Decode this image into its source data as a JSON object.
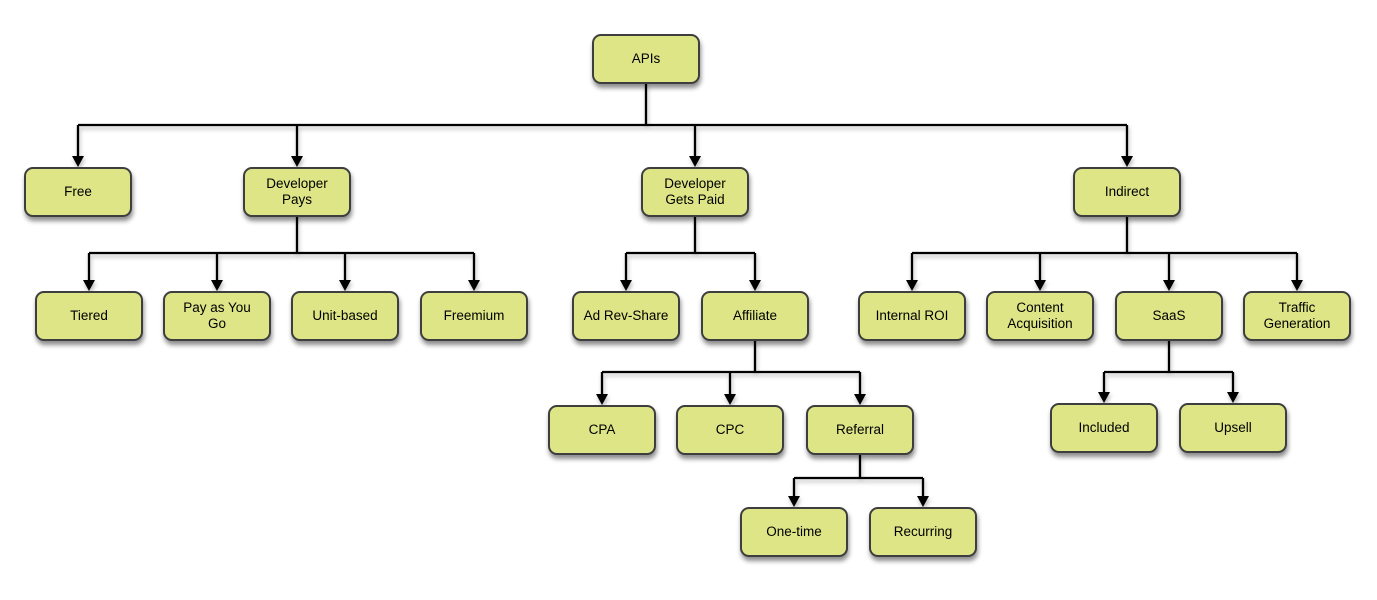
{
  "colors": {
    "node_fill": "#dee586",
    "node_border": "#3e3e3e",
    "connector": "#000000"
  },
  "nodes": {
    "apis": {
      "label": "APIs"
    },
    "free": {
      "label": "Free"
    },
    "developer_pays": {
      "label": "Developer\nPays"
    },
    "developer_gets_paid": {
      "label": "Developer\nGets Paid"
    },
    "indirect": {
      "label": "Indirect"
    },
    "tiered": {
      "label": "Tiered"
    },
    "pay_as_you_go": {
      "label": "Pay as You\nGo"
    },
    "unit_based": {
      "label": "Unit-based"
    },
    "freemium": {
      "label": "Freemium"
    },
    "ad_rev_share": {
      "label": "Ad Rev-Share"
    },
    "affiliate": {
      "label": "Affiliate"
    },
    "internal_roi": {
      "label": "Internal ROI"
    },
    "content_acquisition": {
      "label": "Content\nAcquisition"
    },
    "saas": {
      "label": "SaaS"
    },
    "traffic_generation": {
      "label": "Traffic\nGeneration"
    },
    "cpa": {
      "label": "CPA"
    },
    "cpc": {
      "label": "CPC"
    },
    "referral": {
      "label": "Referral"
    },
    "included": {
      "label": "Included"
    },
    "upsell": {
      "label": "Upsell"
    },
    "one_time": {
      "label": "One-time"
    },
    "recurring": {
      "label": "Recurring"
    }
  },
  "edges": [
    [
      "APIs",
      "Free"
    ],
    [
      "APIs",
      "Developer Pays"
    ],
    [
      "APIs",
      "Developer Gets Paid"
    ],
    [
      "APIs",
      "Indirect"
    ],
    [
      "Developer Pays",
      "Tiered"
    ],
    [
      "Developer Pays",
      "Pay as You Go"
    ],
    [
      "Developer Pays",
      "Unit-based"
    ],
    [
      "Developer Pays",
      "Freemium"
    ],
    [
      "Developer Gets Paid",
      "Ad Rev-Share"
    ],
    [
      "Developer Gets Paid",
      "Affiliate"
    ],
    [
      "Affiliate",
      "CPA"
    ],
    [
      "Affiliate",
      "CPC"
    ],
    [
      "Affiliate",
      "Referral"
    ],
    [
      "Referral",
      "One-time"
    ],
    [
      "Referral",
      "Recurring"
    ],
    [
      "Indirect",
      "Internal ROI"
    ],
    [
      "Indirect",
      "Content Acquisition"
    ],
    [
      "Indirect",
      "SaaS"
    ],
    [
      "Indirect",
      "Traffic Generation"
    ],
    [
      "SaaS",
      "Included"
    ],
    [
      "SaaS",
      "Upsell"
    ]
  ]
}
